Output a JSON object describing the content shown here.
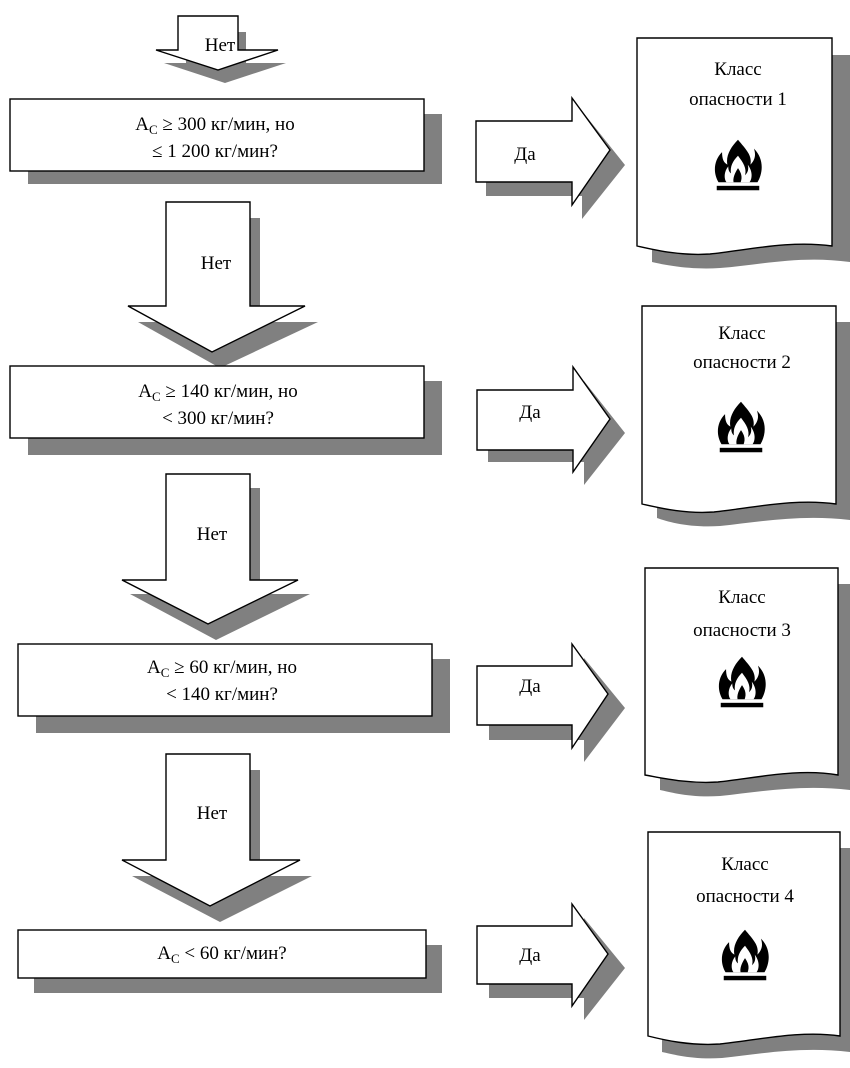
{
  "flowchart": {
    "no_label": "Нет",
    "yes_label": "Да",
    "decisions": [
      {
        "line1": "≥ 300 кг/мин, но",
        "line2": "≤ 1 200 кг/мин?"
      },
      {
        "line1": "≥ 140 кг/мин, но",
        "line2": "< 300 кг/мин?"
      },
      {
        "line1": "≥ 60 кг/мин, но",
        "line2": "< 140 кг/мин?"
      },
      {
        "line1": "< 60 кг/мин?",
        "line2": ""
      }
    ],
    "variable": {
      "symbol": "A",
      "subscript": "C"
    },
    "results": [
      {
        "line1": "Класс",
        "line2": "опасности 1",
        "icon": "flame-icon"
      },
      {
        "line1": "Класс",
        "line2": "опасности 2",
        "icon": "flame-icon"
      },
      {
        "line1": "Класс",
        "line2": "опасности 3",
        "icon": "flame-icon"
      },
      {
        "line1": "Класс",
        "line2": "опасности 4",
        "icon": "flame-icon"
      }
    ],
    "colors": {
      "stroke": "#000000",
      "shadow": "#808080",
      "fill": "#ffffff"
    }
  }
}
